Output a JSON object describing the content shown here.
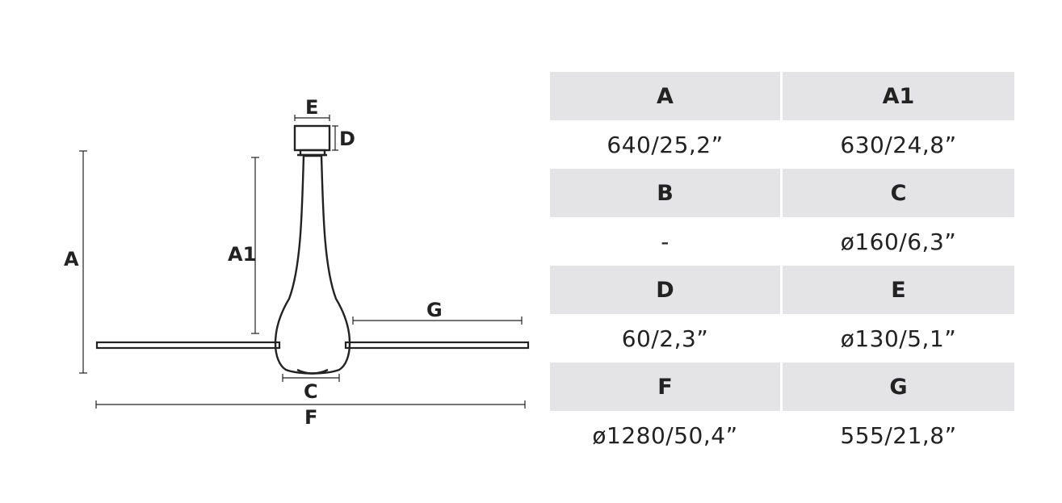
{
  "diagram": {
    "labels": {
      "A": "A",
      "A1": "A1",
      "C": "C",
      "D": "D",
      "E": "E",
      "F": "F",
      "G": "G"
    }
  },
  "table": {
    "rows": [
      {
        "headers": [
          "A",
          "A1"
        ],
        "values": [
          "640/25,2”",
          "630/24,8”"
        ]
      },
      {
        "headers": [
          "B",
          "C"
        ],
        "values": [
          "-",
          "ø160/6,3”"
        ]
      },
      {
        "headers": [
          "D",
          "E"
        ],
        "values": [
          "60/2,3”",
          "ø130/5,1”"
        ]
      },
      {
        "headers": [
          "F",
          "G"
        ],
        "values": [
          "ø1280/50,4”",
          "555/21,8”"
        ]
      }
    ]
  }
}
